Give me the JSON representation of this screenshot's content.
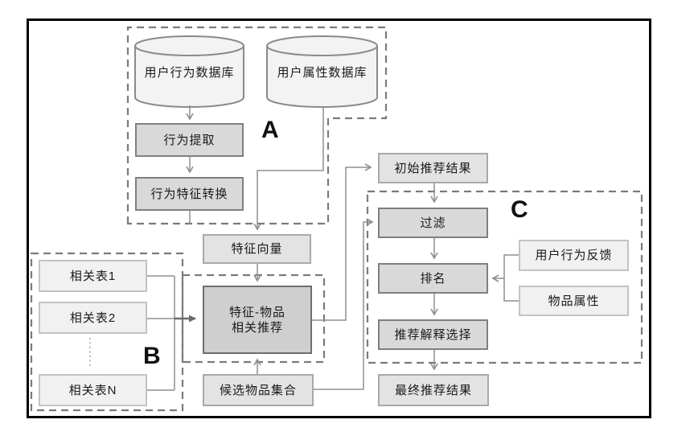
{
  "diagram": {
    "type": "flowchart",
    "groups": [
      {
        "id": "A",
        "label": "A"
      },
      {
        "id": "B",
        "label": "B"
      },
      {
        "id": "C",
        "label": "C"
      }
    ],
    "nodes": {
      "behavior_db": "用户行为数据库",
      "attribute_db": "用户属性数据库",
      "behavior_extract": "行为提取",
      "behavior_feature_convert": "行为特征转换",
      "feature_vector": "特征向量",
      "feature_item_line1": "特征-物品",
      "feature_item_line2": "相关推荐",
      "candidate_items": "候选物品集合",
      "related_table_1": "相关表1",
      "related_table_2": "相关表2",
      "related_table_n": "相关表N",
      "initial_results": "初始推荐结果",
      "filter": "过滤",
      "ranking": "排名",
      "explanation_select": "推荐解释选择",
      "final_results": "最终推荐结果",
      "user_behavior_feedback": "用户行为反馈",
      "item_attributes": "物品属性"
    },
    "edges": [
      {
        "from": "用户行为数据库",
        "to": "行为提取"
      },
      {
        "from": "行为提取",
        "to": "行为特征转换"
      },
      {
        "from": "行为特征转换",
        "to": "特征向量"
      },
      {
        "from": "用户属性数据库",
        "to": "特征向量"
      },
      {
        "from": "特征向量",
        "to": "特征-物品相关推荐"
      },
      {
        "from": "相关表1",
        "to": "特征-物品相关推荐"
      },
      {
        "from": "相关表2",
        "to": "特征-物品相关推荐"
      },
      {
        "from": "相关表N",
        "to": "特征-物品相关推荐"
      },
      {
        "from": "候选物品集合",
        "to": "特征-物品相关推荐"
      },
      {
        "from": "特征-物品相关推荐",
        "to": "初始推荐结果"
      },
      {
        "from": "初始推荐结果",
        "to": "过滤"
      },
      {
        "from": "候选物品集合",
        "to": "过滤"
      },
      {
        "from": "过滤",
        "to": "排名"
      },
      {
        "from": "用户行为反馈",
        "to": "排名"
      },
      {
        "from": "物品属性",
        "to": "排名"
      },
      {
        "from": "排名",
        "to": "推荐解释选择"
      },
      {
        "from": "推荐解释选择",
        "to": "最终推荐结果"
      }
    ],
    "colors": {
      "process_fill": "#d9d9d9",
      "process_border": "#7f7f7f",
      "core_fill": "#cfcfcf",
      "core_border": "#6e6e6e",
      "light_fill": "#e3e3e3",
      "light_border": "#a9a9a9",
      "lightest_fill": "#f1f1f1",
      "lightest_border": "#c3c3c3",
      "cylinder_fill": "#f3f3f3",
      "connector": "#8f8f8f",
      "dashed_outline": "#7b7b7b",
      "frame": "#000000"
    }
  }
}
